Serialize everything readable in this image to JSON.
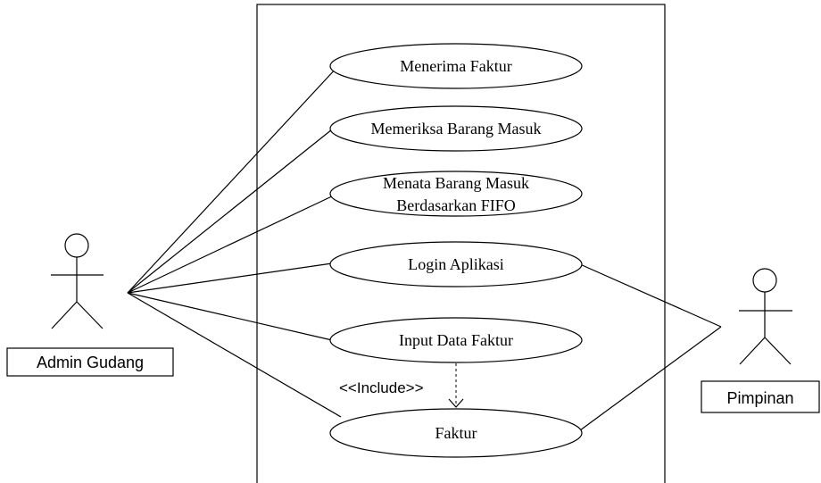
{
  "use_cases": [
    {
      "lines": [
        "Menerima Faktur"
      ]
    },
    {
      "lines": [
        "Memeriksa Barang Masuk"
      ]
    },
    {
      "lines": [
        "Menata Barang Masuk",
        "Berdasarkan FIFO"
      ]
    },
    {
      "lines": [
        "Login Aplikasi"
      ]
    },
    {
      "lines": [
        "Input Data Faktur"
      ]
    },
    {
      "lines": [
        "Faktur"
      ]
    }
  ],
  "actors": {
    "admin": "Admin Gudang",
    "pimpinan": "Pimpinan"
  },
  "include_label": "<<Include>>"
}
